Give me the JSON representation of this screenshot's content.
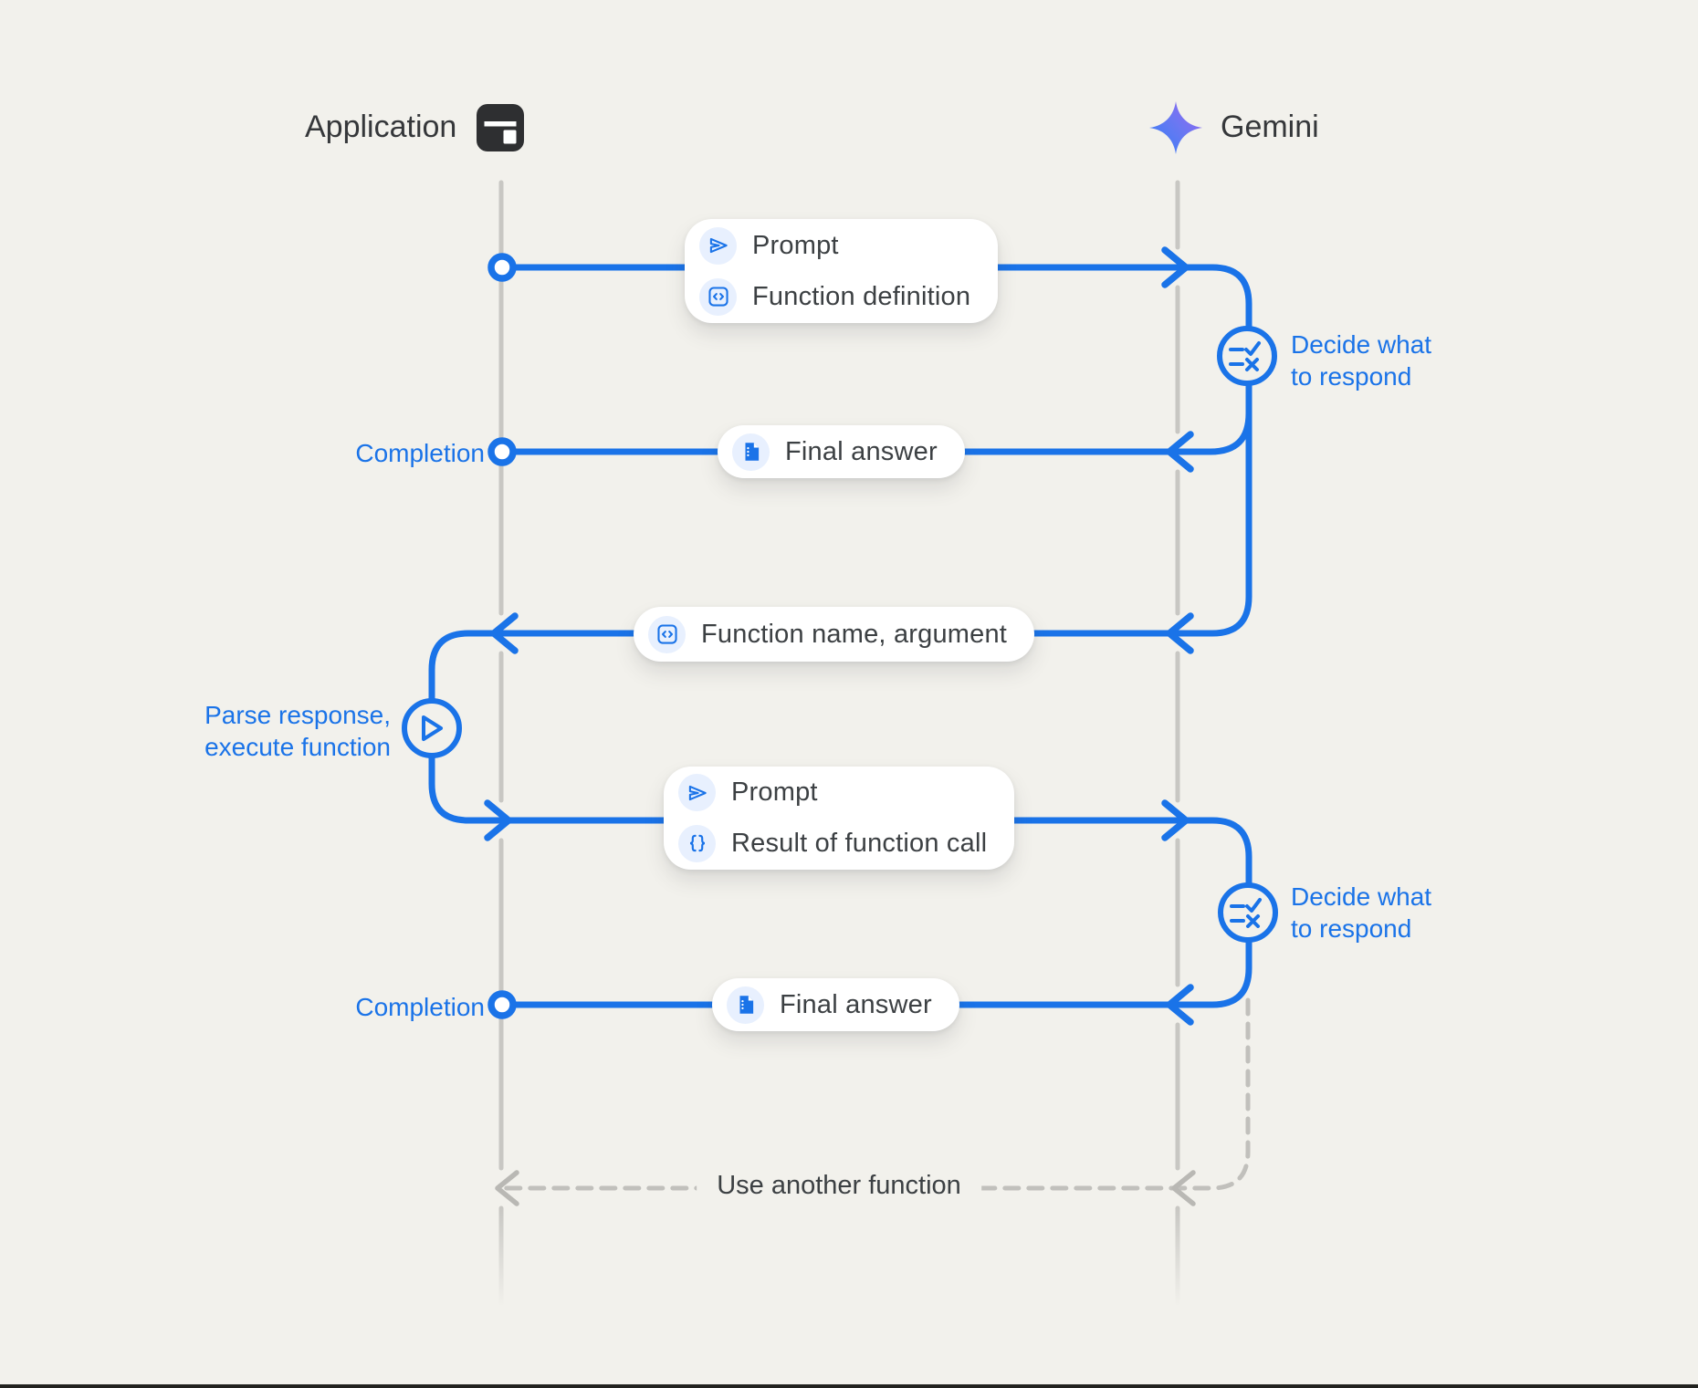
{
  "participants": {
    "application": {
      "label": "Application",
      "icon": "app-window-icon"
    },
    "gemini": {
      "label": "Gemini",
      "icon": "gemini-star-icon"
    }
  },
  "flow": {
    "request1": {
      "row1_icon": "send-icon",
      "row1_label": "Prompt",
      "row2_icon": "code-box-icon",
      "row2_label": "Function definition"
    },
    "decide1": {
      "icon": "rule-icon",
      "line1": "Decide what",
      "line2": "to respond"
    },
    "completion1": {
      "label": "Completion"
    },
    "final_answer1": {
      "icon": "document-icon",
      "label": "Final answer"
    },
    "function_call": {
      "icon": "code-box-icon",
      "label": "Function name, argument"
    },
    "parse": {
      "icon": "play-icon",
      "line1": "Parse response,",
      "line2": "execute function"
    },
    "request2": {
      "row1_icon": "send-icon",
      "row1_label": "Prompt",
      "row2_icon": "braces-icon",
      "row2_label": "Result of function call"
    },
    "decide2": {
      "icon": "rule-icon",
      "line1": "Decide what",
      "line2": "to respond"
    },
    "completion2": {
      "label": "Completion"
    },
    "final_answer2": {
      "icon": "document-icon",
      "label": "Final answer"
    },
    "loop": {
      "label": "Use another function",
      "style": "dashed"
    }
  },
  "colors": {
    "accent_blue": "#1a73e8",
    "dark_text": "#3c4043",
    "lifeline_gray": "#c8c7c3",
    "dashed_gray": "#c1c0bc",
    "chip_background": "#e8f0fe",
    "canvas_background": "#f2f1ec"
  }
}
